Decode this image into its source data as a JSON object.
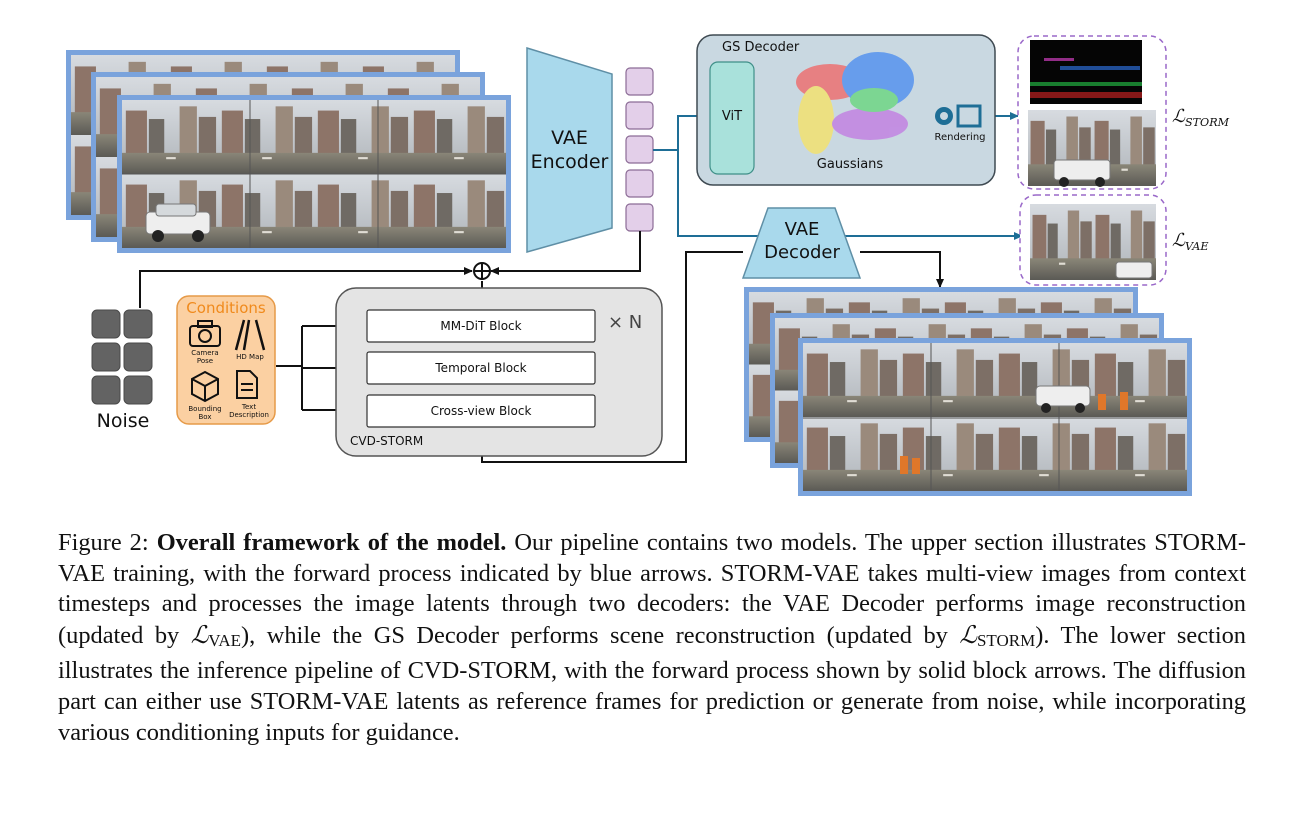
{
  "figure": {
    "vae_encoder": {
      "line1": "VAE",
      "line2": "Encoder"
    },
    "vae_decoder": {
      "line1": "VAE",
      "line2": "Decoder"
    },
    "gs_decoder": {
      "title": "GS Decoder",
      "vit": "ViT",
      "gaussians": "Gaussians",
      "rendering": "Rendering"
    },
    "losses": {
      "storm": "STORM",
      "vae": "VAE"
    },
    "noise": "Noise",
    "conditions": {
      "title": "Conditions",
      "camera_pose": "Camera Pose",
      "hd_map": "HD Map",
      "bounding_box": "Bounding Box",
      "text_description": "Text Description"
    },
    "cvd_storm": {
      "label": "CVD-STORM",
      "repeat": "× N",
      "blocks": [
        "MM-DiT Block",
        "Temporal Block",
        "Cross-view Block"
      ]
    },
    "colors": {
      "frame_border": "#7aa3dc",
      "encoder_fill": "#a9d9ec",
      "latent_fill": "#e3cfe9",
      "gs_panel": "#c9d8e1",
      "vit_fill": "#a9e1db",
      "arrow_blue": "#1e6e96",
      "conditions_fill": "#fbd0a2",
      "conditions_text": "#f08a1c",
      "cvd_fill": "#e4e4e4",
      "loss_border": "#9a68c9"
    }
  },
  "caption": {
    "label": "Figure 2:",
    "title": "Overall framework of the model.",
    "part1": "Our pipeline contains two models. The upper section illustrates STORM-VAE training, with the forward process indicated by blue arrows. STORM-VAE takes multi-view images from context timesteps and processes the image latents through two decoders: the VAE Decoder performs image reconstruction (updated by",
    "sym_vae": "VAE",
    "part2": "), while the GS Decoder performs scene reconstruction (updated by",
    "sym_storm": "STORM",
    "part3": "). The lower section illustrates the inference pipeline of CVD-STORM, with the forward process shown by solid block arrows. The diffusion part can either use STORM-VAE latents as reference frames for prediction or generate from noise, while incorporating various conditioning inputs for guidance."
  }
}
